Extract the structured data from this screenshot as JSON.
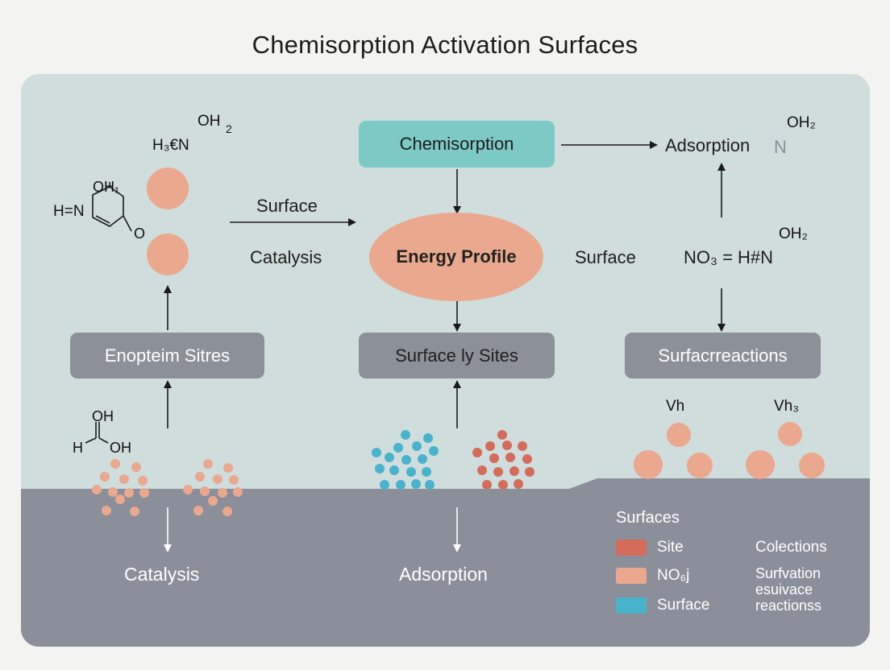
{
  "title": "Chemisorption Activation Surfaces",
  "colors": {
    "panel": "#cfdedc",
    "ground": "#8a8f99",
    "teal": "#7dc9c3",
    "salmon": "#eaa88f",
    "red": "#d46c5c",
    "blue": "#4ab3cc",
    "gray_box": "#8c9099"
  },
  "left": {
    "molecule_top_1": "OH",
    "molecule_top_2": "H₃€N",
    "molecule_top_sub": "2",
    "ring_oh": "OH₁",
    "ring_hn": "H=N",
    "ring_o": "O",
    "arrow_label_1": "Surface",
    "arrow_label_2": "Catalysis",
    "box": "Enopteim Sitres",
    "acid_oh": "OH",
    "acid_hoh": "H",
    "acid_oh2": "OH",
    "bottom": "Catalysis"
  },
  "center": {
    "top_box": "Chemisorption",
    "ellipse": "Energy Profile",
    "side_label": "Surface",
    "box": "Surface ly Sites",
    "bottom": "Adsorption"
  },
  "right": {
    "adsorption": "Adsorption",
    "adsorption_mark": "N",
    "adsorption_oh": "OH₂",
    "eq": "NO₃ = H#N",
    "eq_oh": "OH₂",
    "box": "Surfacrreactions",
    "vh1": "Vh",
    "vh2": "Vh₃"
  },
  "legend": {
    "title": "Surfaces",
    "items": [
      {
        "label": "Site",
        "color": "#d46c5c"
      },
      {
        "label": "NO₆j",
        "color": "#eaa88f"
      },
      {
        "label": "Surface",
        "color": "#4ab3cc"
      }
    ],
    "col2_title": "Colections",
    "col2_text_1": "Surfvation",
    "col2_text_2": "esuivace",
    "col2_text_3": "reactionss"
  }
}
